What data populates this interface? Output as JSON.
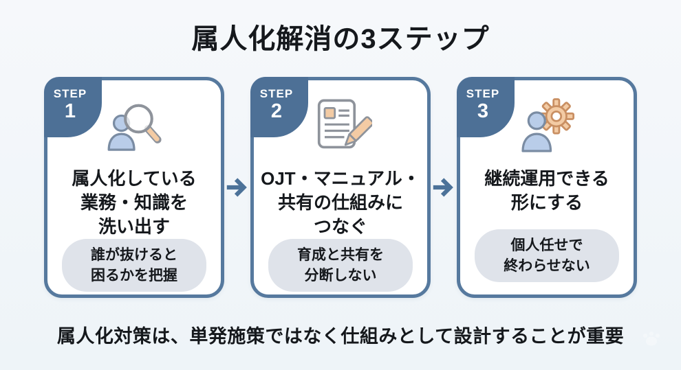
{
  "title": "属人化解消の3ステップ",
  "steps": [
    {
      "badge_label": "STEP",
      "badge_number": "1",
      "icon": "person-magnifier-icon",
      "heading": "属人化している\n業務・知識を\n洗い出す",
      "note": "誰が抜けると\n困るかを把握"
    },
    {
      "badge_label": "STEP",
      "badge_number": "2",
      "icon": "document-pencil-icon",
      "heading": "OJT・マニュアル・\n共有の仕組みに\nつなぐ",
      "note": "育成と共有を\n分断しない"
    },
    {
      "badge_label": "STEP",
      "badge_number": "3",
      "icon": "person-gear-icon",
      "heading": "継続運用できる\n形にする",
      "note": "個人任せで\n終わらせない"
    }
  ],
  "footer": "属人化対策は、単発施策ではなく仕組みとして設計することが重要",
  "colors": {
    "accent": "#4c7299",
    "card_border": "#56799e",
    "badge_bg": "#4d7096",
    "card_bg": "#ffffff",
    "pill_bg": "#dfe3ea",
    "text": "#15181c",
    "bg_top": "#f6f8fb",
    "bg_bottom": "#eef4f8",
    "icon_blue": "#b9cde9",
    "icon_blue_stroke": "#7a8ca3",
    "icon_peach": "#f3cba4",
    "icon_peach_stroke": "#c98f62",
    "icon_gray": "#8e939b"
  }
}
